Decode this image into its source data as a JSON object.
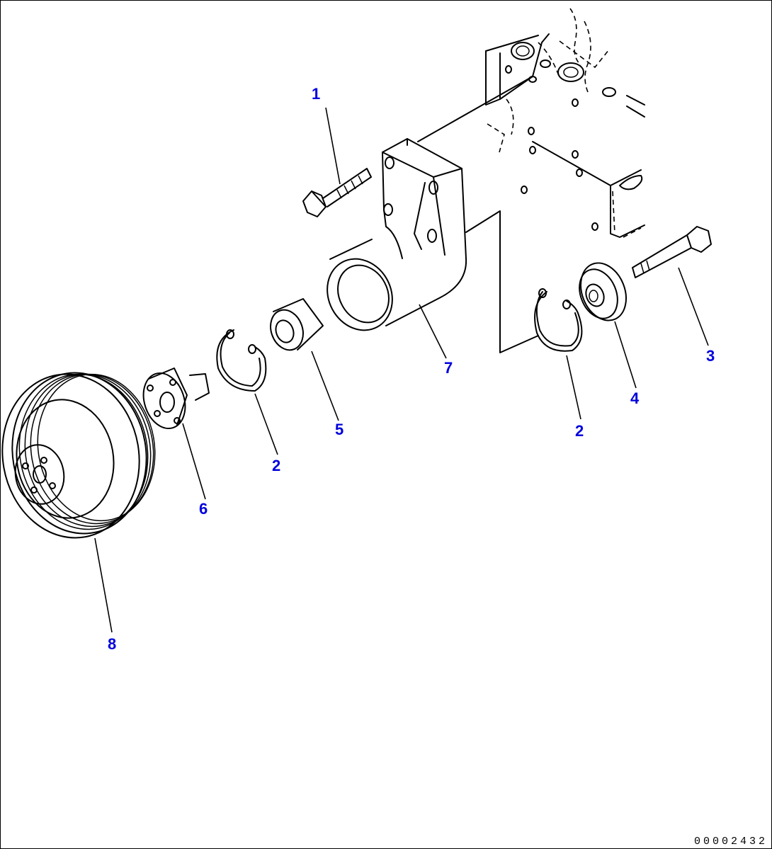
{
  "callouts": {
    "c1": "1",
    "c2a": "2",
    "c2b": "2",
    "c3": "3",
    "c4": "4",
    "c5": "5",
    "c6": "6",
    "c7": "7",
    "c8": "8"
  },
  "drawing_code": "00002432",
  "colors": {
    "callout": "#0000dd",
    "line": "#000000",
    "background": "#ffffff"
  }
}
